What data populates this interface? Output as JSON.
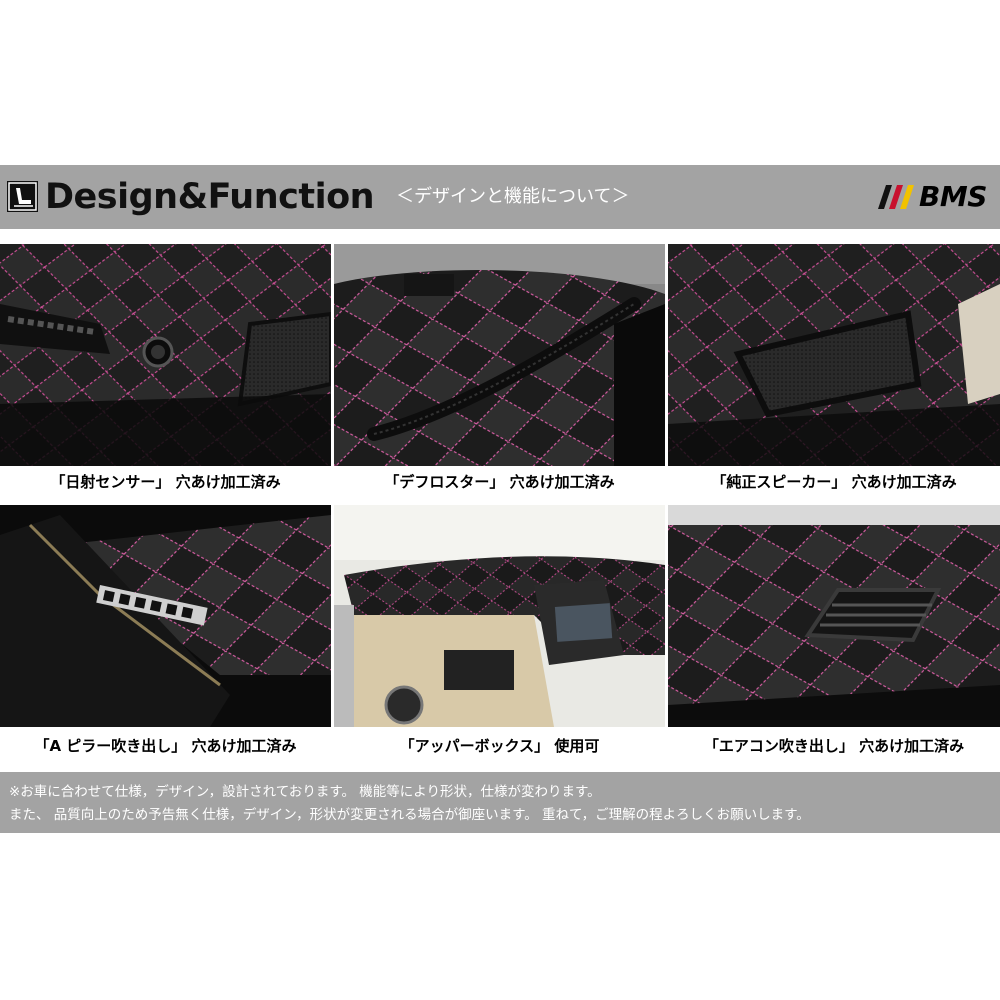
{
  "header": {
    "title": "Design&Function",
    "subtitle": "＜デザインと機能について＞",
    "brand": "BMS",
    "logo_icon": "car-seat-emblem-icon"
  },
  "panels": [
    {
      "caption": "「日射センサー」 穴あけ加工済み",
      "image": "dashboard-sun-sensor-photo"
    },
    {
      "caption": "「デフロスター」 穴あけ加工済み",
      "image": "dashboard-defroster-photo"
    },
    {
      "caption": "「純正スピーカー」 穴あけ加工済み",
      "image": "dashboard-speaker-photo"
    },
    {
      "caption": "「A ピラー吹き出し」 穴あけ加工済み",
      "image": "a-pillar-vent-photo"
    },
    {
      "caption": "「アッパーボックス」 使用可",
      "image": "upper-box-photo"
    },
    {
      "caption": "「エアコン吹き出し」 穴あけ加工済み",
      "image": "aircon-vent-photo"
    }
  ],
  "notes": {
    "line1": "※お車に合わせて仕様，デザイン，設計されております。 機能等により形状，仕様が変わります。",
    "line2": "また、 品質向上のため予告無く仕様，デザイン，形状が変更される場合が御座います。 重ねて，ご理解の程よろしくお願いします。"
  },
  "colors": {
    "band": "#a3a3a3",
    "leather": "#1a1a1a",
    "stitch": "#d2509a",
    "brand_stripes": [
      "#111111",
      "#c8102e",
      "#f2c200"
    ]
  }
}
